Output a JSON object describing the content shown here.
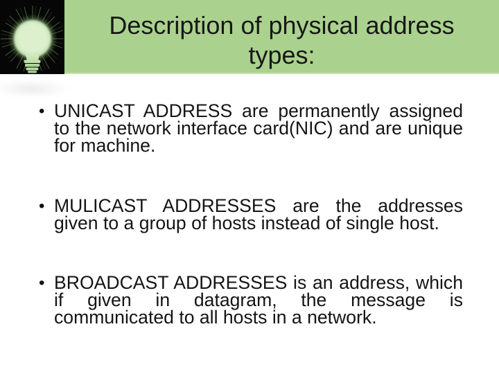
{
  "slide": {
    "title": "Description of physical address types:",
    "bullet_marker": "•",
    "bullets": [
      {
        "text": "UNICAST ADDRESS are permanently assigned to the network interface card(NIC) and are unique for machine."
      },
      {
        "text": "MULICAST ADDRESSES are the addresses given to a group of hosts instead of single host."
      },
      {
        "text": "BROADCAST ADDRESSES is an address, which if given in datagram, the message is communicated to all hosts in a network."
      }
    ],
    "image": {
      "name": "glowing-lightbulb",
      "description": "Glowing green light bulb on black background"
    },
    "colors": {
      "header_green": "#aad28e",
      "header_edge": "#cbe2b4",
      "text": "#141414",
      "image_background": "#060606",
      "bulb_glow": "#d9efc9"
    }
  }
}
